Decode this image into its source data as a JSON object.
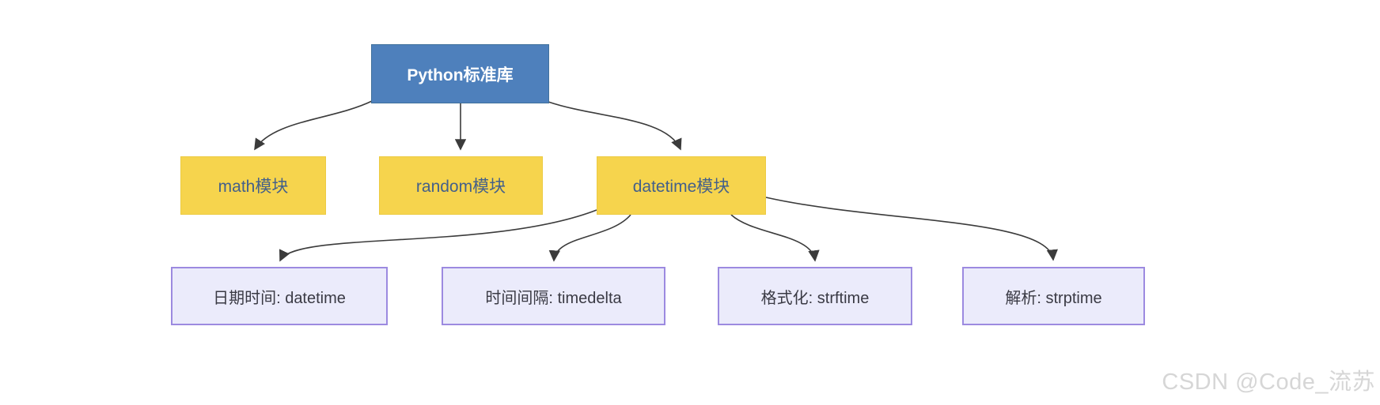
{
  "diagram": {
    "root": {
      "label": "Python标准库"
    },
    "modules": [
      {
        "label": "math模块"
      },
      {
        "label": "random模块"
      },
      {
        "label": "datetime模块"
      }
    ],
    "datetime_children": [
      {
        "label": "日期时间: datetime"
      },
      {
        "label": "时间间隔: timedelta"
      },
      {
        "label": "格式化: strftime"
      },
      {
        "label": "解析: strptime"
      }
    ],
    "edges": [
      {
        "from": "Python标准库",
        "to": "math模块"
      },
      {
        "from": "Python标准库",
        "to": "random模块"
      },
      {
        "from": "Python标准库",
        "to": "datetime模块"
      },
      {
        "from": "datetime模块",
        "to": "日期时间: datetime"
      },
      {
        "from": "datetime模块",
        "to": "时间间隔: timedelta"
      },
      {
        "from": "datetime模块",
        "to": "格式化: strftime"
      },
      {
        "from": "datetime模块",
        "to": "解析: strptime"
      }
    ],
    "colors": {
      "root_fill": "#4e80bc",
      "root_border": "#41719c",
      "root_text": "#ffffff",
      "module_fill": "#f6d44d",
      "module_text": "#44608a",
      "leaf_fill": "#ebebfb",
      "leaf_border": "#9c8ae0",
      "leaf_text": "#3a3a44",
      "arrow": "#3b3b3b",
      "background": "#ffffff",
      "watermark_text_color": "#d6d6d6"
    }
  },
  "watermark": {
    "text": "CSDN @Code_流苏"
  }
}
